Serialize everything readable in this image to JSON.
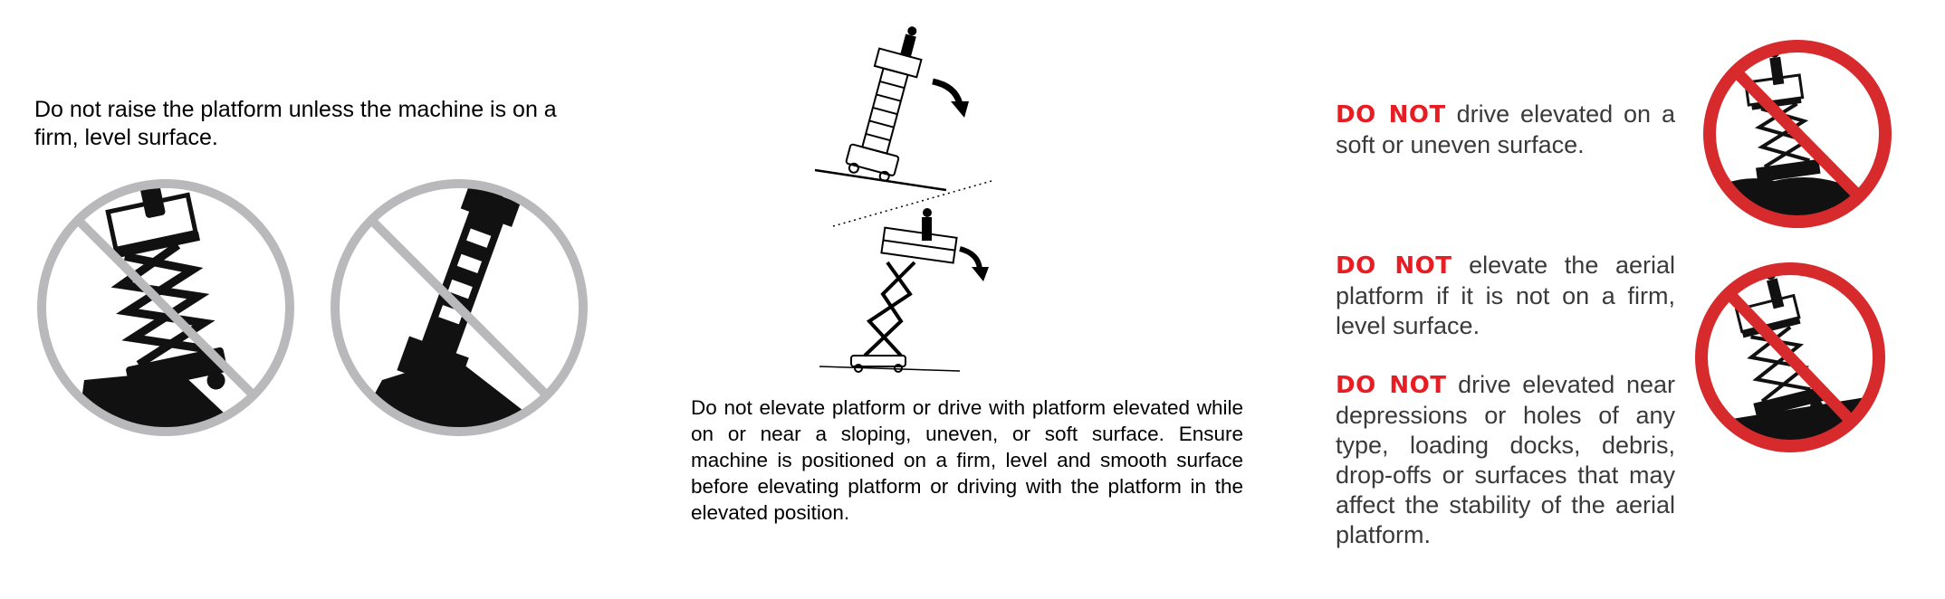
{
  "panel1": {
    "text": "Do not raise the platform unless the machine is on a firm, level surface."
  },
  "panel2": {
    "text": "Do not elevate platform or drive with platform elevated while on or near a sloping, uneven, or soft surface. Ensure machine is positioned on a firm, level and smooth surface before elevating platform or driving with the platform in the elevated position."
  },
  "panel3": {
    "warning_label": "DO NOT",
    "warnings": [
      "drive elevated on a soft or uneven surface.",
      "elevate the aerial platform if it is not on a firm, level surface.",
      "drive elevated near depressions or holes of any type, loading docks, debris, drop-offs or surfaces that may affect the stability of the aerial platform."
    ]
  },
  "colors": {
    "prohibition_gray": "#b9b9bc",
    "prohibition_red": "#d62a2c",
    "warning_text_red": "#e81d24"
  }
}
